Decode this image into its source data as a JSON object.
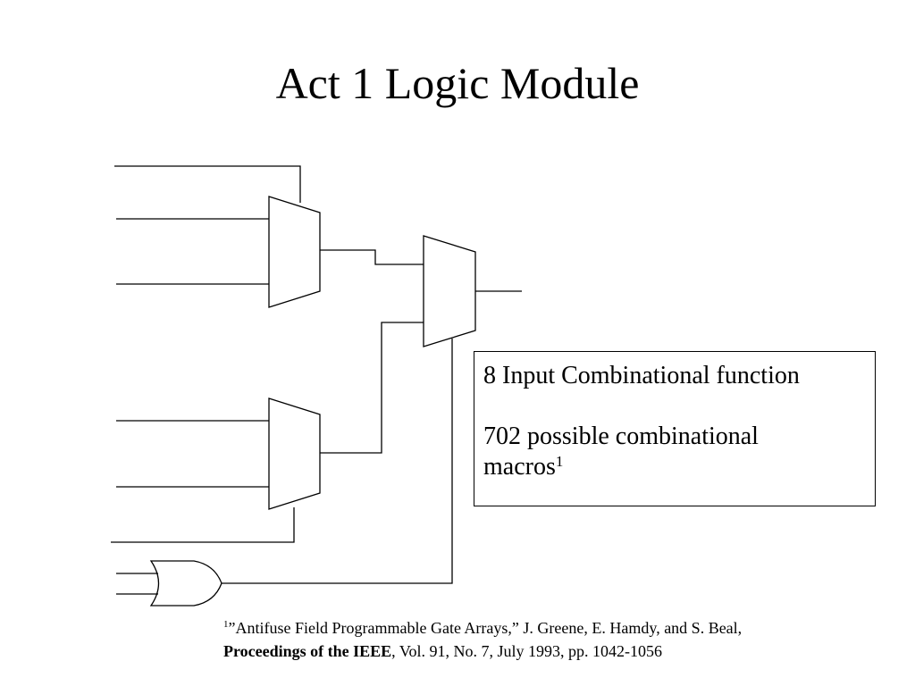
{
  "slide": {
    "title": "Act 1 Logic Module"
  },
  "info_box": {
    "line1": "8 Input Combinational function",
    "line2": "702 possible combinational",
    "line3": "macros",
    "line3_sup": "1"
  },
  "footnote": {
    "marker": "1",
    "citation": "”Antifuse Field Programmable Gate Arrays,” J. Greene, E. Hamdy, and S. Beal,",
    "journal": "Proceedings of the IEEE",
    "details": ", Vol. 91, No. 7, July 1993, pp. 1042-1056"
  },
  "diagram": {
    "components": [
      "mux-upper",
      "mux-lower",
      "mux-output",
      "or-gate"
    ]
  }
}
